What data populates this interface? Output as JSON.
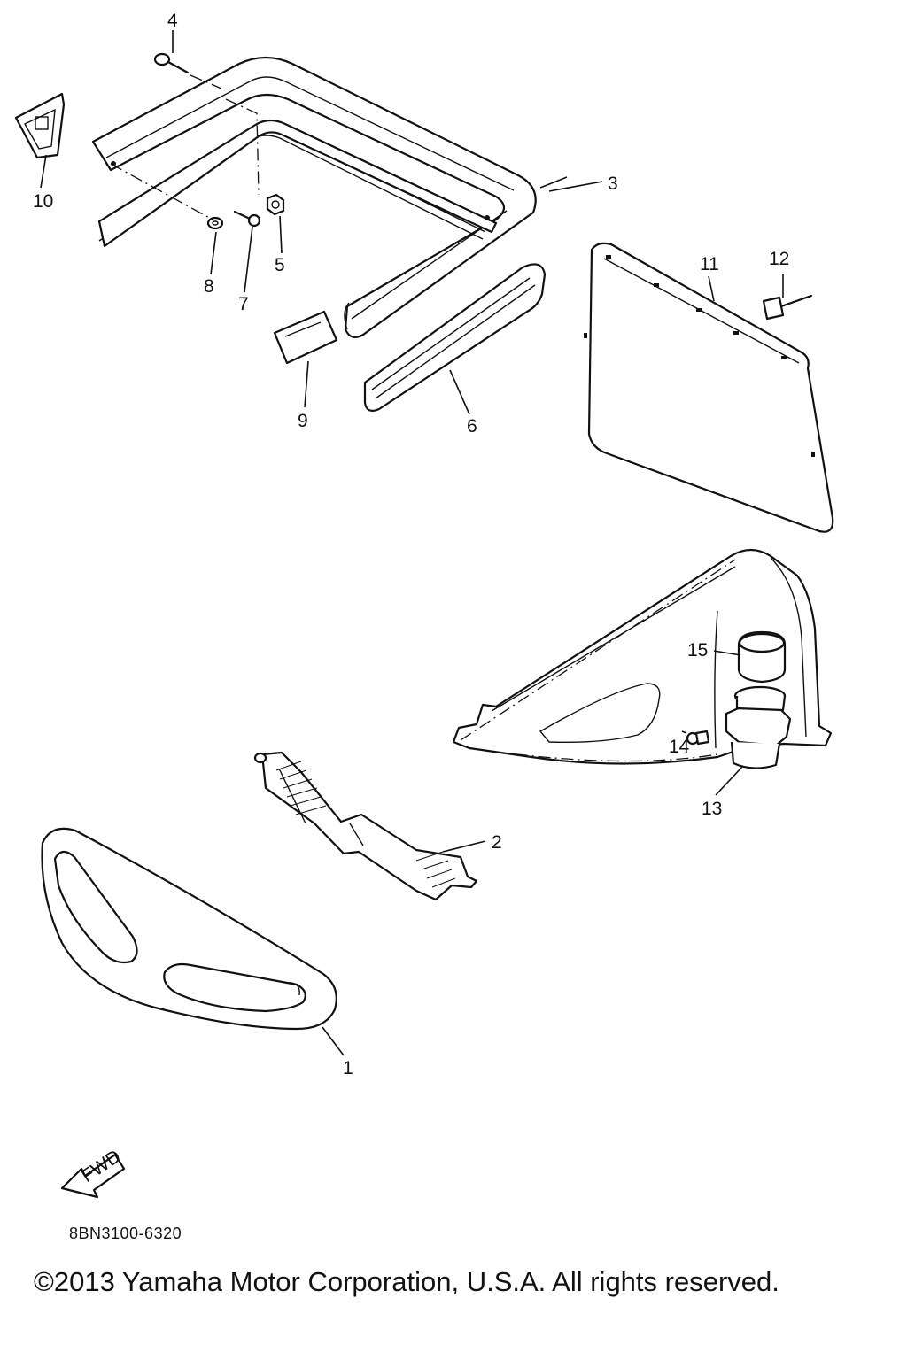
{
  "callouts": {
    "p1": "1",
    "p2": "2",
    "p3": "3",
    "p4": "4",
    "p5": "5",
    "p6": "6",
    "p7": "7",
    "p8": "8",
    "p9": "9",
    "p10": "10",
    "p11": "11",
    "p12": "12",
    "p13": "13",
    "p14": "14",
    "p15": "15"
  },
  "fwd_label": "FWD",
  "diagram_code": "8BN3100-6320",
  "copyright": "©2013 Yamaha Motor Corporation, U.S.A. All rights reserved."
}
